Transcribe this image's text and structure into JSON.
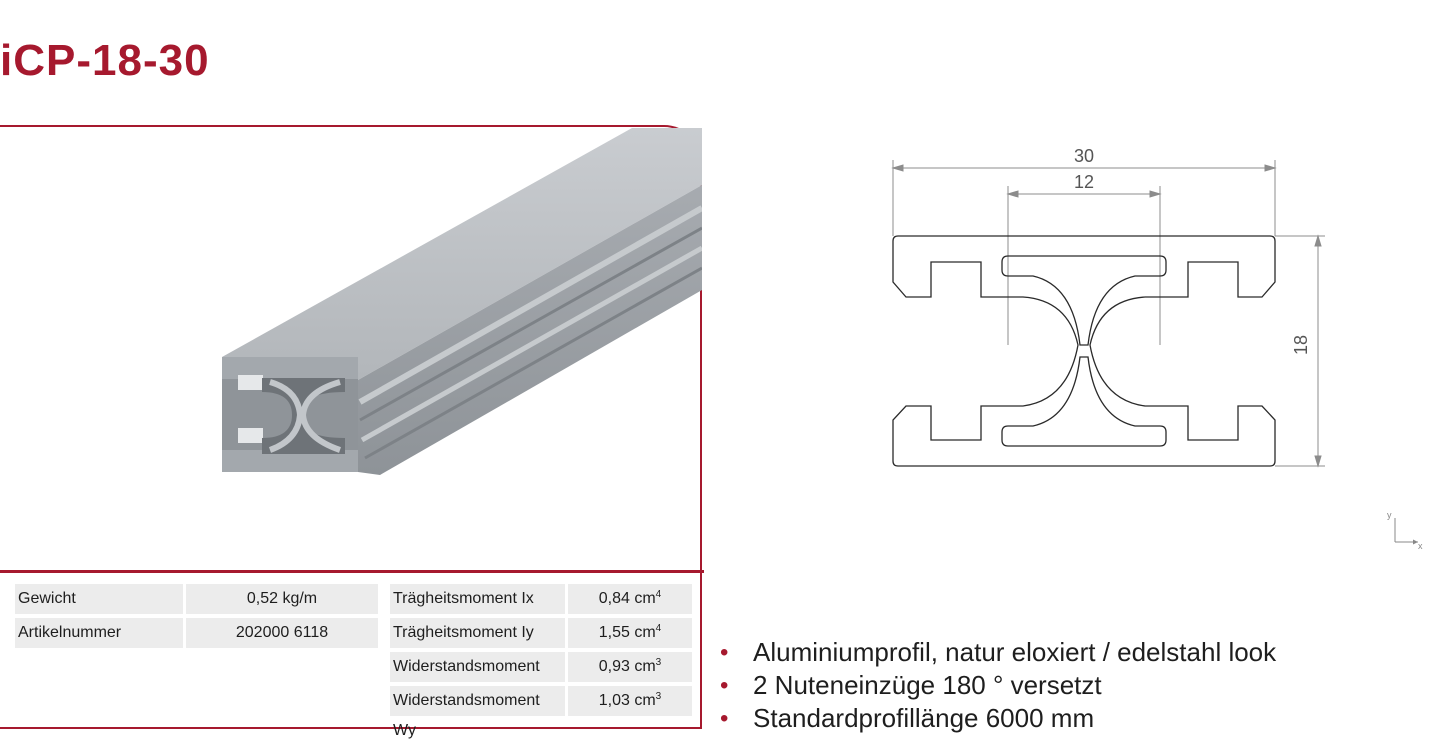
{
  "title": "iCP-18-30",
  "specs_left": [
    {
      "label": "Gewicht",
      "value": "0,52 kg/m"
    },
    {
      "label": "Artikelnummer",
      "value": "202000 6118"
    }
  ],
  "specs_right": [
    {
      "label": "Trägheitsmoment Ix",
      "value": "0,84 cm",
      "exp": "4"
    },
    {
      "label": "Trägheitsmoment Iy",
      "value": "1,55 cm",
      "exp": "4"
    },
    {
      "label": "Widerstandsmoment Wx",
      "value": "0,93 cm",
      "exp": "3"
    },
    {
      "label": "Widerstandsmoment Wy",
      "value": "1,03 cm",
      "exp": "3"
    }
  ],
  "features": [
    "Aluminiumprofil, natur eloxiert / edelstahl look",
    "2 Nuteneinzüge 180 ° versetzt",
    "Standardprofillänge 6000 mm"
  ],
  "drawing": {
    "dim_width": "30",
    "dim_inner": "12",
    "dim_height": "18",
    "axis_y": "y",
    "axis_x": "x"
  },
  "colors": {
    "brand_red": "#a6192e",
    "cell_bg": "#ececec",
    "aluminium": "#b4b8bc"
  },
  "icons": {
    "bullet": "red-bullet-icon",
    "axis": "xy-axis-icon",
    "profile": "aluminium-profile-render"
  }
}
